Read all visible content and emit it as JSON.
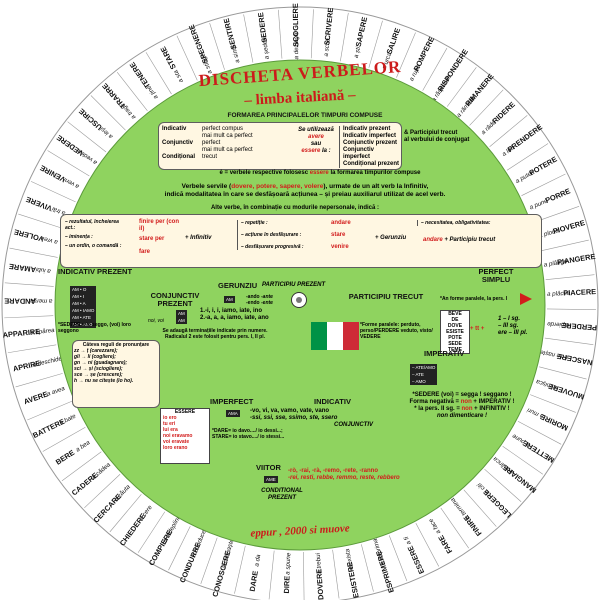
{
  "colors": {
    "rim": "#ffffff",
    "face": "#8fd35f",
    "accent": "#d21c1c",
    "box": "#fff7e2",
    "flag_green": "#009246",
    "flag_white": "#ffffff",
    "flag_red": "#ce2b37"
  },
  "title": {
    "line1": "DISCHETA VERBELOR",
    "line2": "– limba italiană –"
  },
  "formation": {
    "heading": "FORMAREA PRINCIPALELOR TIMPURI COMPUSE",
    "rows": [
      {
        "mood": "Indicativ",
        "tenses": "perfect compus\nmai mult ca perfect"
      },
      {
        "mood": "Conjunctiv",
        "tenses": "perfect\nmai mult ca perfect"
      },
      {
        "mood": "Condițional",
        "tenses": "trecut"
      }
    ],
    "use_label": "Se utilizează",
    "aux1": "avere",
    "sau": "sau",
    "aux2": "essere",
    "la": "la :",
    "aux_tenses": [
      "Indicativ prezent",
      "Indicativ imperfect",
      "Conjunctiv prezent",
      "Conjunctiv imperfect",
      "Condițional prezent"
    ],
    "participle": "Participiul trecut",
    "participle_sub": "al verbului de conjugat",
    "note_pre": "ė = verbele respective folosesc",
    "note_red": "essere",
    "note_post": "la formarea timpurilor compuse"
  },
  "servile": {
    "pre": "Verbele servile (",
    "verbs": "dovere, potere, sapere, volere",
    "post": "), urmate de un alt verb la Infinitiv,",
    "line2": "indică modalitatea în care se desfășoară acțiunea – și preiau auxiliarul utilizat de acel verb."
  },
  "other": {
    "heading": "Alte verbe, în combinație cu modurile nepersonale, indică :",
    "col1_labels": [
      "– rezultatul, încheierea act.:",
      "– iminența :",
      "– un ordin, o comandă :"
    ],
    "col1_verbs": [
      "finire per (con il)",
      "stare per",
      "fare"
    ],
    "col1_result": "+ Infinitiv",
    "col2_labels": [
      "– repetiție :",
      "– acțiune în desfășurare :",
      "– desfășurare progresivă :"
    ],
    "col2_verbs": [
      "andare",
      "stare",
      "venire"
    ],
    "col2_result": "+ Gerunziu",
    "col3_label": "– necesitatea, obligativitatea:",
    "col3_verb": "andare",
    "col3_result": "+ Participiu trecut"
  },
  "indicativ": {
    "heading": "INDICATIV PREZENT",
    "mini": [
      "AM • O",
      "AM • I",
      "AM • A",
      "AM • IAMO",
      "AM • ATE",
      "AM • ANO"
    ],
    "ex": "*SEDERE = io seggo, (voi) loro seggono"
  },
  "conjunctiv": {
    "heading": "CONJUNCTIV PREZENT",
    "mini": [
      "AM",
      "AM"
    ],
    "forms": "1.-i, i, i, iamo, iate, ino",
    "forms2": "2.-a, a, a, iamo, iate, ano",
    "note": "Se adaugă terminațiile indicate prin numere. Radicalul 2 este folosit pentru pers. I, II pl.",
    "side": "noi, voi"
  },
  "gerunziu": {
    "heading": "GERUNZIU",
    "mini": "AM",
    "forms": [
      "-ando",
      "-endo"
    ],
    "sub": [
      "-ante",
      "-ente"
    ]
  },
  "part_prez": {
    "heading": "PARTICIPIU PREZENT"
  },
  "part_trecut": {
    "heading": "PARTICIPIU TRECUT",
    "forms": "*Forme paralele: perduto, perso/PERDERE veduto, visto/ VEDERE"
  },
  "perfect": {
    "heading": "PERFECT SIMPLU",
    "note": "*An forme paralele, la pers. I",
    "verbs": [
      "BEVE",
      "DE",
      "DOVE",
      "ESISTE",
      "POTE",
      "SEDE",
      "TEME"
    ],
    "rows": [
      "1 – I sg.",
      "– III sg.",
      "ere – III pl."
    ],
    "plus": "+ tt +"
  },
  "rules": {
    "heading": "Câteva reguli de pronunțare",
    "items": [
      "zz → ț (carezzare);",
      "gli → li (cogliere);",
      "gn → ni (guadagnare);",
      "sci → și (sciogliere);",
      "sce → șe (crescere);",
      "h → nu se citește (io ho)."
    ]
  },
  "imperativ": {
    "heading": "IMPERATIV",
    "mini": [
      "– ATE/AMO",
      "– ATE",
      "– AMO"
    ],
    "ex": "*SEDERE (voi) = segga ! seggano !",
    "neg_pre": "Forma negativă =",
    "neg_red": "non",
    "neg_post": "+ IMPERATIV !",
    "neg2_pre": "* la pers. II sg. =",
    "neg2_red": "non",
    "neg2_post": "+ INFINITIV !",
    "ex2": "non dimenticare !"
  },
  "essere": {
    "heading": "ESSERE",
    "rows": [
      "io ero",
      "tu eri",
      "lui era",
      "noi eravamo",
      "voi eravate",
      "loro erano"
    ]
  },
  "imperfect": {
    "heading": "IMPERFECT",
    "mini": "AMA",
    "forms": "-vo, vi, va, vamo, vate, vano",
    "forms2": "-ssi, ssi, sse, ssimo, ste, ssero",
    "dare": "*DARE= io davo..../ io dessi...;",
    "stare": "STARE= io stavo..../ io stessi...",
    "ind": "INDICATIV",
    "conj": "CONJUNCTIV"
  },
  "viitor": {
    "heading": "VIITOR",
    "mini": "AME",
    "forms": "-rò, -rai, -rà, -remo, -rete, -ranno",
    "forms2": "-rei, resti, rebbe, remmo, reste, rebbero",
    "cond": "CONDITIONAL PREZENT"
  },
  "motto": "eppur , 2000 si muove",
  "rim": [
    {
      "it": "SCRIVERE",
      "ro": "a scrie"
    },
    {
      "it": "SAPERE",
      "ro": "a ști"
    },
    {
      "it": "SALIRE",
      "ro": "a urca"
    },
    {
      "it": "ROMPERE",
      "ro": "a rupe"
    },
    {
      "it": "RISPONDERE",
      "ro": "a răspunde"
    },
    {
      "it": "RIMANERE",
      "ro": "a rămâne"
    },
    {
      "it": "RIDERE",
      "ro": "a râde"
    },
    {
      "it": "PRENDERE",
      "ro": "a lua"
    },
    {
      "it": "POTERE",
      "ro": "a putea"
    },
    {
      "it": "PORRE",
      "ro": "a pune"
    },
    {
      "it": "PIOVERE",
      "ro": "a ploua"
    },
    {
      "it": "PIANGERE",
      "ro": "a plânge"
    },
    {
      "it": "PIACERE",
      "ro": "a plăcea"
    },
    {
      "it": "PERDERE",
      "ro": "a pierde"
    },
    {
      "it": "NASCERE",
      "ro": "a se naște"
    },
    {
      "it": "MUOVERE",
      "ro": "a mișca"
    },
    {
      "it": "MORIRE",
      "ro": "a muri"
    },
    {
      "it": "METTERE",
      "ro": "a pune"
    },
    {
      "it": "MANGIARE",
      "ro": "a mânca"
    },
    {
      "it": "LEGGERE",
      "ro": "a citi"
    },
    {
      "it": "FINIRE",
      "ro": "a termina"
    },
    {
      "it": "FARE",
      "ro": "a face"
    },
    {
      "it": "ESSERE",
      "ro": "a fi"
    },
    {
      "it": "ESPRIMERE",
      "ro": "a exprima"
    },
    {
      "it": "ESISTERE",
      "ro": "a exista"
    },
    {
      "it": "DOVERE",
      "ro": "a trebui"
    },
    {
      "it": "DIRE",
      "ro": "a spune"
    },
    {
      "it": "DARE",
      "ro": "a da"
    },
    {
      "it": "CONOSCERE",
      "ro": "a cunoaște"
    },
    {
      "it": "CONDURRE",
      "ro": "a conduce"
    },
    {
      "it": "COMPIERE",
      "ro": "a îndeplini"
    },
    {
      "it": "CHIEDERE",
      "ro": "a cere"
    },
    {
      "it": "CERCARE",
      "ro": "a căuta"
    },
    {
      "it": "CADERE",
      "ro": "a cădea"
    },
    {
      "it": "BERE",
      "ro": "a bea"
    },
    {
      "it": "BATTERE",
      "ro": "a bate"
    },
    {
      "it": "AVERE",
      "ro": "a avea"
    },
    {
      "it": "APRIRE",
      "ro": "a deschide"
    },
    {
      "it": "APPARIRE",
      "ro": "a apărea"
    },
    {
      "it": "ANDARE",
      "ro": "a merge"
    },
    {
      "it": "AMARE",
      "ro": "a iubi"
    },
    {
      "it": "VOLERE",
      "ro": "a vrea"
    },
    {
      "it": "VIVERE",
      "ro": "a trăi"
    },
    {
      "it": "VENIRE",
      "ro": "a veni"
    },
    {
      "it": "VEDERE",
      "ro": "a vedea"
    },
    {
      "it": "USCIRE",
      "ro": "a ieși"
    },
    {
      "it": "TRARRE",
      "ro": "a trage"
    },
    {
      "it": "TENERE",
      "ro": "a ține"
    },
    {
      "it": "STARE",
      "ro": "a sta"
    },
    {
      "it": "SPEGNERE",
      "ro": "a stinge"
    },
    {
      "it": "SENTIRE",
      "ro": "a simți"
    },
    {
      "it": "SEDERE",
      "ro": "a ședea"
    },
    {
      "it": "SCOGLIERE",
      "ro": "a dezlega"
    }
  ]
}
